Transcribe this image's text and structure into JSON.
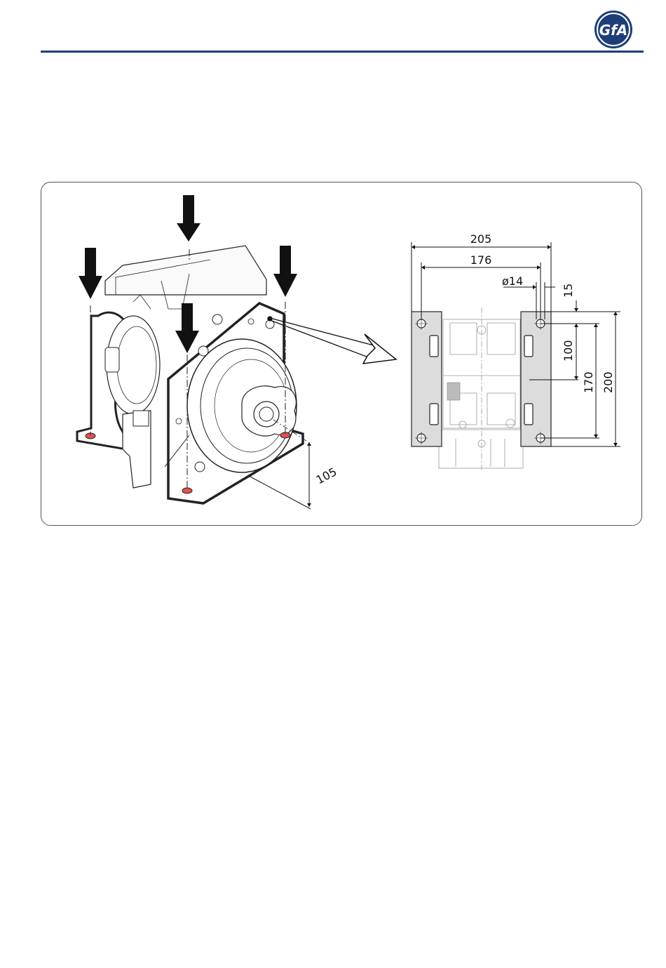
{
  "logo": {
    "text": "GfA",
    "color": "#1d3e78"
  },
  "colors": {
    "accent": "#1d3e78",
    "mount_hole": "#e05050",
    "plate_fill": "#dcdcdc"
  },
  "drawing": {
    "dimensions": {
      "width_outer": "205",
      "width_inner": "176",
      "hole_diameter": "ø14",
      "top_offset": "15",
      "hole_spacing_short": "100",
      "hole_spacing": "170",
      "plate_height": "200",
      "shaft_height": "105"
    }
  }
}
